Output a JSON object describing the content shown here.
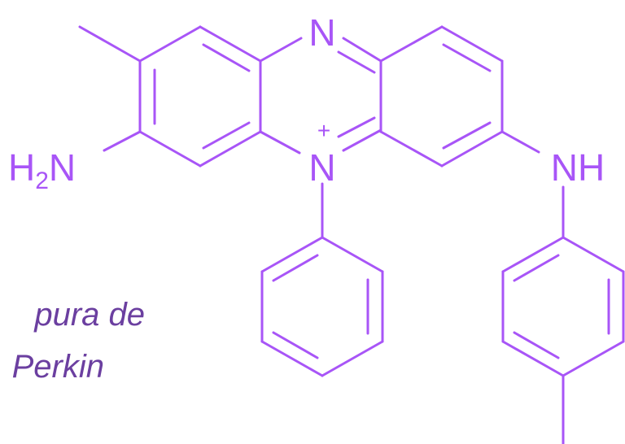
{
  "colors": {
    "structure": "#a855f7",
    "caption": "#6b3fa0"
  },
  "atoms": {
    "n_top": "N",
    "n_center": "N",
    "n_charge": "+",
    "amine_left_h": "H",
    "amine_left_sub": "2",
    "amine_left_n": "N",
    "nh_right": "NH"
  },
  "caption": {
    "line1": "pura de",
    "line2": "Perkin"
  }
}
